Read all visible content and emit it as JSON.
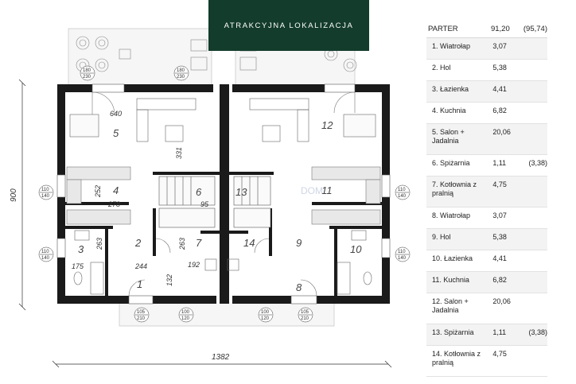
{
  "banner": {
    "text": "ATRAKCYJNA LOKALIZACJA"
  },
  "plan": {
    "room_numbers": [
      "1",
      "2",
      "3",
      "4",
      "5",
      "6",
      "7",
      "8",
      "9",
      "10",
      "11",
      "12",
      "13",
      "14"
    ],
    "dims": {
      "width_total": "1382",
      "height_total": "900",
      "d640": "640",
      "d331": "331",
      "d252": "252",
      "d278": "278",
      "d263a": "263",
      "d263b": "263",
      "d175": "175",
      "d244": "244",
      "d132": "132",
      "d192": "192",
      "d95": "95"
    },
    "windows": {
      "w180_230": [
        "180",
        "230"
      ],
      "w110_140": [
        "110",
        "140"
      ],
      "w105_210": [
        "105",
        "210"
      ],
      "w100_120": [
        "100",
        "120"
      ]
    },
    "watermark": "DOM"
  },
  "table": {
    "header": {
      "label": "PARTER",
      "area": "91,20",
      "area_alt": "(95,74)"
    },
    "rows": [
      {
        "name": "1. Wiatrołap",
        "area": "3,07",
        "alt": ""
      },
      {
        "name": "2. Hol",
        "area": "5,38",
        "alt": ""
      },
      {
        "name": "3. Łazienka",
        "area": "4,41",
        "alt": ""
      },
      {
        "name": "4. Kuchnia",
        "area": "6,82",
        "alt": ""
      },
      {
        "name": "5. Salon + Jadalnia",
        "area": "20,06",
        "alt": ""
      },
      {
        "name": "6. Spiżarnia",
        "area": "1,11",
        "alt": "(3,38)"
      },
      {
        "name": "7. Kotłownia z pralnią",
        "area": "4,75",
        "alt": ""
      },
      {
        "name": "8. Wiatrołap",
        "area": "3,07",
        "alt": ""
      },
      {
        "name": "9. Hol",
        "area": "5,38",
        "alt": ""
      },
      {
        "name": "10. Łazienka",
        "area": "4,41",
        "alt": ""
      },
      {
        "name": "11. Kuchnia",
        "area": "6,82",
        "alt": ""
      },
      {
        "name": "12. Salon + Jadalnia",
        "area": "20,06",
        "alt": ""
      },
      {
        "name": "13. Spiżarnia",
        "area": "1,11",
        "alt": "(3,38)"
      },
      {
        "name": "14. Kotłownia z pralnią",
        "area": "4,75",
        "alt": ""
      }
    ]
  },
  "colors": {
    "banner_bg": "#133c2c",
    "wall": "#1a1a1a"
  }
}
